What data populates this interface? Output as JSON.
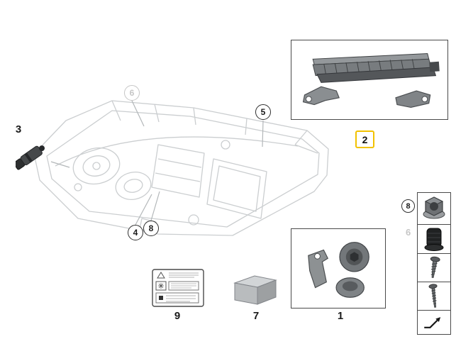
{
  "colors": {
    "highlight": "#f2c200",
    "dimmed": "#c6c6c6",
    "line_art": "#cbced0"
  },
  "callouts": {
    "item1": "1",
    "item2": "2",
    "item3": "3",
    "item4": "4",
    "item5": "5",
    "item6": "6",
    "item7": "7",
    "item8": "8",
    "item9": "9",
    "side_item8": "8",
    "side_item6": "6"
  },
  "icons": {
    "main_drawing": "headlight-exploded-line-art",
    "item2_part": "led-module-with-mounting-brackets",
    "item3_part": "bulb-socket-connector",
    "item1_parts": "repair-kit-bracket-grommet-cap",
    "item7_part": "packaged-box",
    "item9_part": "laser-warning-label",
    "side_parts": [
      "hex-nut",
      "rubber-cap",
      "tapping-screw",
      "machine-screw",
      "continuation-arrow"
    ]
  }
}
